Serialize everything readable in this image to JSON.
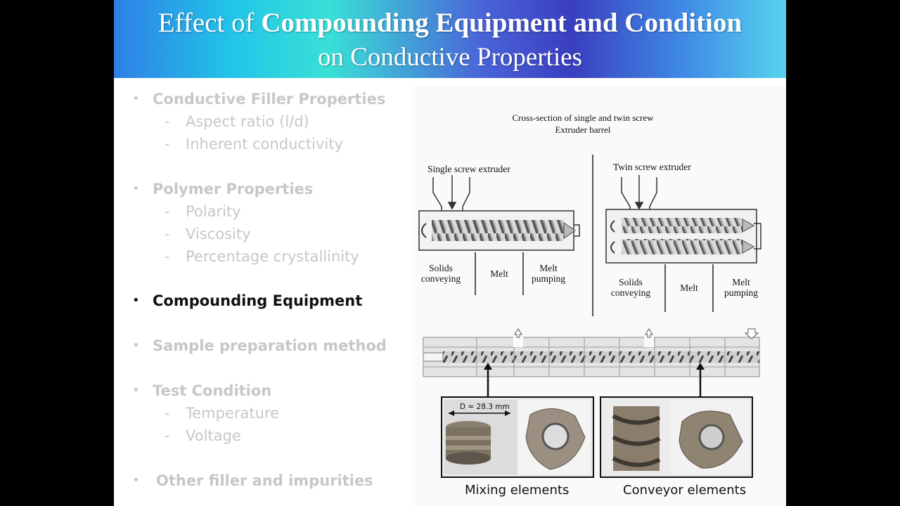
{
  "title": {
    "line1_prefix": "Effect of ",
    "line1_bold": "Compounding Equipment and Condition",
    "line2": "on Conductive Properties"
  },
  "bullets": {
    "b1": "Conductive Filler Properties",
    "b1_s1": "Aspect ratio (l/d)",
    "b1_s2": "Inherent conductivity",
    "b2": "Polymer Properties",
    "b2_s1": "Polarity",
    "b2_s2": "Viscosity",
    "b2_s3": "Percentage crystallinity",
    "b3": "Compounding Equipment",
    "b4": "Sample preparation method",
    "b5": "Test Condition",
    "b5_s1": "Temperature",
    "b5_s2": "Voltage",
    "b6": "Other filler and impurities",
    "bullet_char": "•",
    "dash_char": "-"
  },
  "figure": {
    "caption_line1": "Cross-section of single and twin screw",
    "caption_line2": "Extruder barrel",
    "single_label": "Single screw extruder",
    "twin_label": "Twin screw extruder",
    "zone_solids_1": "Solids",
    "zone_solids_2": "conveying",
    "zone_melt": "Melt",
    "zone_pumping_1": "Melt",
    "zone_pumping_2": "pumping",
    "dimension_label": "D = 28.3 mm",
    "mixing_caption": "Mixing elements",
    "conveyor_caption": "Conveyor elements"
  }
}
